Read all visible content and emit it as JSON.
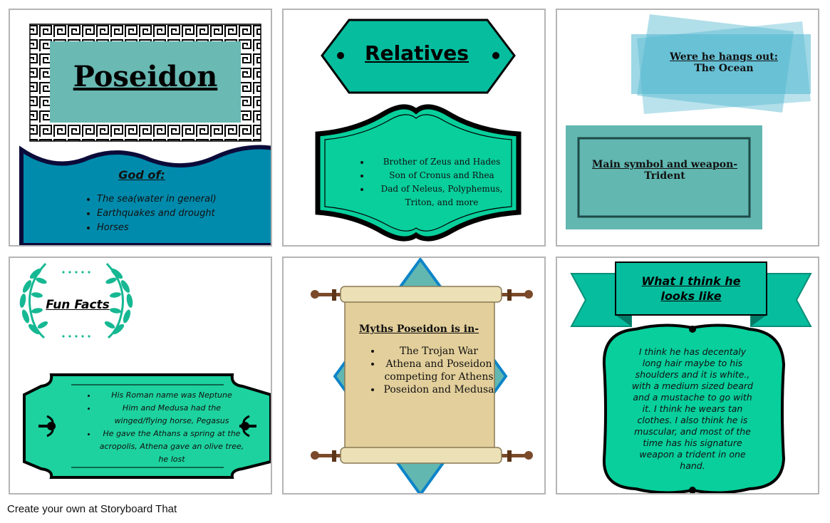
{
  "panel1": {
    "title": "Poseidon",
    "god_of_label": "God of:",
    "items": [
      "The sea(water in general)",
      "Earthquakes and drought",
      "Horses"
    ],
    "colors": {
      "title_box": "#6ab9b3",
      "wave": "#008bad",
      "wave_border": "#0b0b3a"
    }
  },
  "panel2": {
    "title": "Relatives",
    "items": [
      "Brother of Zeus and Hades",
      "Son of Cronus and Rhea",
      "Dad of  Neleus, Polyphemus, Triton, and more"
    ],
    "colors": {
      "banner": "#06bd9e",
      "frame": "#08cf9c"
    }
  },
  "panel3": {
    "hangout_label": "Were he hangs out:",
    "hangout_value": "The Ocean",
    "symbol_label": "Main symbol and weapon-",
    "symbol_value": "Trident",
    "colors": {
      "ribbon": "#4fb6cf",
      "box": "#62b7b1"
    }
  },
  "panel4": {
    "title": "Fun Facts",
    "items": [
      "His Roman name was Neptune",
      "Him and Medusa had the winged/flying horse, Pegasus",
      "He gave the Athans a spring at the acropolis, Athena gave an olive tree, he lost"
    ],
    "colors": {
      "laurel": "#16b893",
      "plaque": "#1dd29e"
    }
  },
  "panel5": {
    "title": "Myths Poseidon is in-",
    "items": [
      "The Trojan War",
      "Athena and Poseidon competing for Athens",
      "Poseidon and Medusa"
    ],
    "colors": {
      "diamond": "#62b7b1",
      "scroll": "#e3cf9b"
    }
  },
  "panel6": {
    "title": "What I think he looks like",
    "body": "I think he has decentaly long hair maybe to his shoulders and it is white., with a medium sized beard and a mustache to go with it. I think he wears tan clothes. I also think he is muscular, and most of the time has his signature weapon a trident in one hand.",
    "colors": {
      "banner": "#06bd9e",
      "frame": "#08cf9c"
    }
  },
  "footer": {
    "text": "Create your own at Storyboard That"
  }
}
